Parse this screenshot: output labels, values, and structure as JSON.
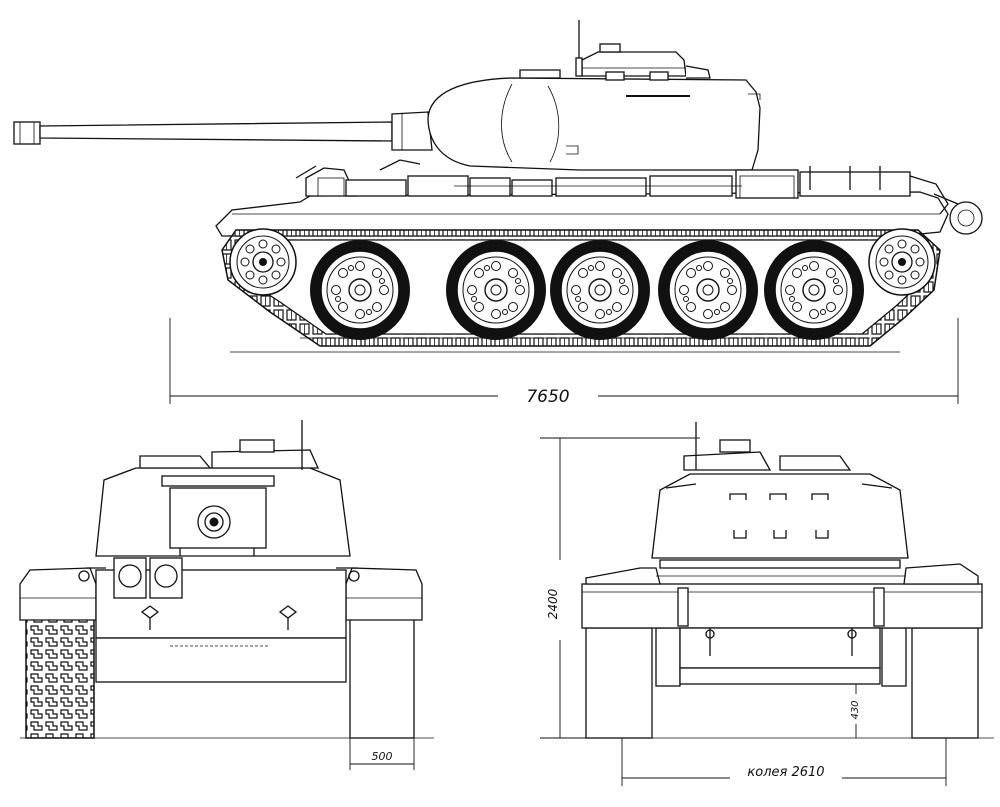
{
  "dimensions": {
    "length": "7650",
    "height": "2400",
    "track_width": "500",
    "clearance": "430",
    "gauge": "колея 2610"
  }
}
